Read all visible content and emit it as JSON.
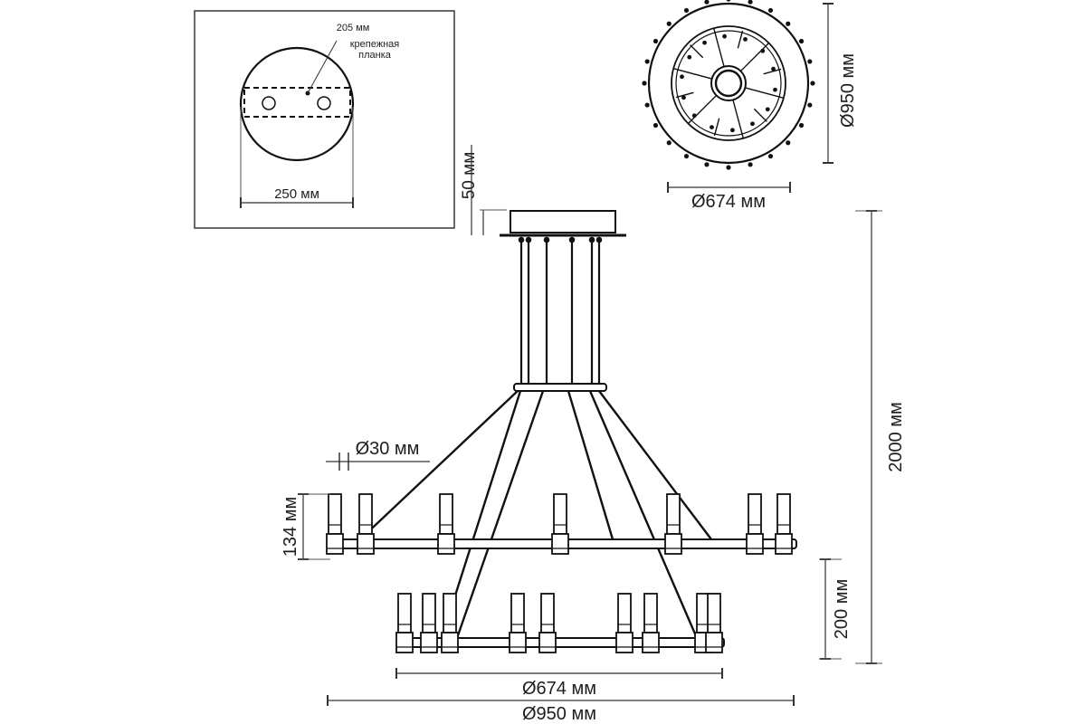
{
  "mount_inset": {
    "bar_width_label": "205 мм",
    "bracket_label_line1": "крепежная",
    "bracket_label_line2": "планка",
    "canopy_diameter_label": "250 мм"
  },
  "top_view": {
    "outer_diameter_label": "Ø950 мм",
    "inner_diameter_label": "Ø674 мм"
  },
  "front_view": {
    "canopy_height_label": "50 мм",
    "rod_diameter_label": "Ø30 мм",
    "module_height_label": "134 мм",
    "overall_height_label": "2000 мм",
    "tier_spacing_label": "200 мм",
    "lower_ring_diameter_label": "Ø674 мм",
    "upper_ring_diameter_label": "Ø950 мм"
  }
}
